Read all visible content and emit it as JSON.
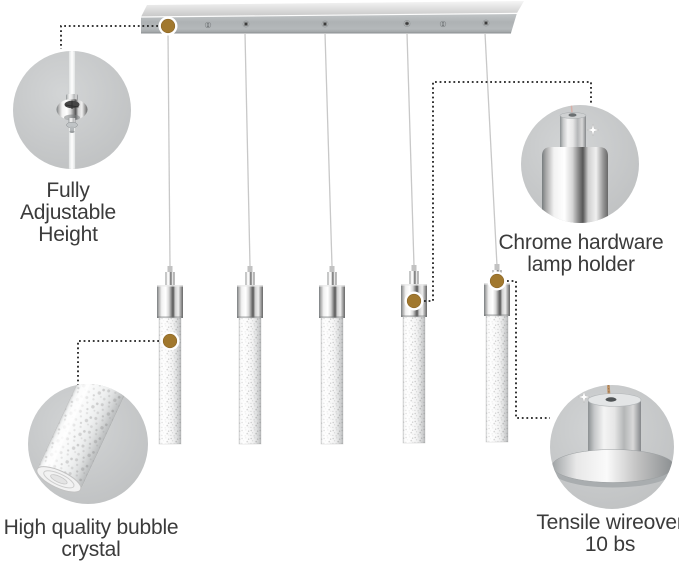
{
  "image": {
    "type": "product-callout-diagram",
    "product": "Linear chandelier with 5 bubble crystal pendant lights",
    "background_color": "#ffffff"
  },
  "colors": {
    "callout_marker_gold": "#a1782e",
    "callout_circle_gray": "#c6c8c9",
    "dotted_line": "#1f1f1f",
    "label_text": "#3b3b3b",
    "chrome_highlight": "#ffffff",
    "chrome_shadow": "#6a6e70",
    "copper_wire": "#c09468"
  },
  "fixture": {
    "pendant_count": 5,
    "parts": [
      "ceiling-canopy",
      "hanging-wires",
      "chrome-caps",
      "bubble-crystal-tubes"
    ]
  },
  "callouts": [
    {
      "id": "fully-adjustable-height",
      "icon": "height-adjuster-detail",
      "lines": [
        "Fully Adjustable",
        "Height"
      ]
    },
    {
      "id": "chrome-hardware-lamp-holder",
      "icon": "lamp-holder-detail",
      "lines": [
        "Chrome hardware",
        "lamp holder"
      ]
    },
    {
      "id": "high-quality-bubble-crystal",
      "icon": "bubble-crystal-detail",
      "lines": [
        "High quality bubble",
        "crystal"
      ]
    },
    {
      "id": "tensile-wireover-10-bs",
      "icon": "wire-base-detail",
      "lines": [
        "Tensile wireover",
        "10 bs"
      ]
    }
  ]
}
